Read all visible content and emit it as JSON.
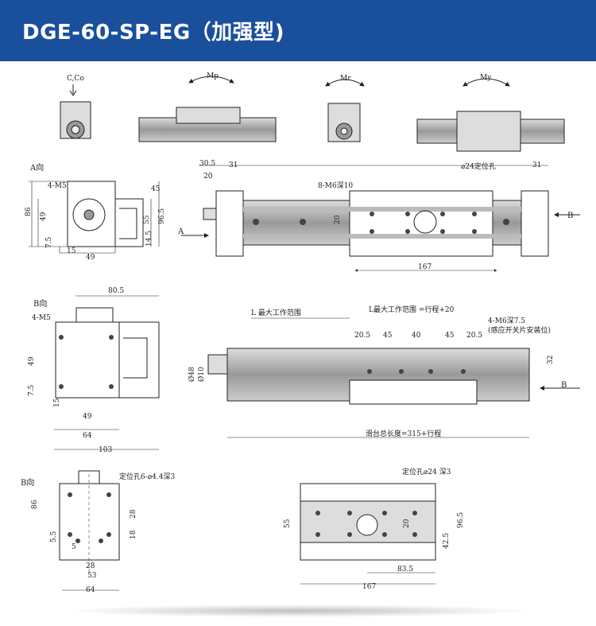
{
  "header": {
    "title": "DGE-60-SP-EG（加强型)"
  },
  "load_labels": {
    "force": "C,Co",
    "mp": "Mp",
    "mr": "Mr",
    "my": "My"
  },
  "view_labels": {
    "a": "A向",
    "b1": "B向",
    "b2": "B向",
    "arrow_a": "A",
    "arrow_b1": "B",
    "arrow_b2": "B"
  },
  "top_view": {
    "dim_left": "30.5",
    "dim_31": "31",
    "dim_right": "31",
    "dim_20": "20",
    "dim_20b": "20",
    "holes_label": "8-M6深10",
    "pin_label": "⌀24定位孔",
    "dim_167": "167"
  },
  "a_view": {
    "m5": "4-M5",
    "dim_86": "86",
    "dim_49v": "49",
    "dim_55": "55",
    "dim_965": "96.5",
    "dim_45": "45",
    "dim_145": "14.5",
    "dim_75": "7.5",
    "dim_15": "15",
    "dim_49h": "49"
  },
  "b1_view": {
    "m5": "4-M5",
    "dim_805": "80.5",
    "dim_49v": "49",
    "dim_75": "7.5",
    "dim_15": "15",
    "dim_49h": "49",
    "dim_64": "64",
    "dim_103": "103"
  },
  "side_view": {
    "stroke_label": "L 最大工作范围",
    "stroke_label2": "L最大工作范围 =行程+20",
    "dim_205a": "20.5",
    "dim_45a": "45",
    "dim_40": "40",
    "dim_45b": "45",
    "dim_205b": "20.5",
    "m6_label": "4-M6深7.5",
    "m6_sub": "(感应开关片安装位)",
    "dim_32": "32",
    "dim_d48": "Ø48",
    "dim_d10": "Ø10",
    "total_label": "滑台总长度=315+行程"
  },
  "b2_view": {
    "pin_label": "定位孔6-⌀4.4深3",
    "dim_86": "86",
    "dim_28": "28",
    "dim_18": "18",
    "dim_55": "5.5",
    "dim_5": "5",
    "dim_28h": "28",
    "dim_53": "53",
    "dim_64": "64"
  },
  "carriage_view": {
    "pin_label": "定位孔⌀24 深3",
    "dim_55": "55",
    "dim_965": "96.5",
    "dim_20": "20",
    "dim_425": "42.5",
    "dim_835": "83.5",
    "dim_167": "167"
  }
}
